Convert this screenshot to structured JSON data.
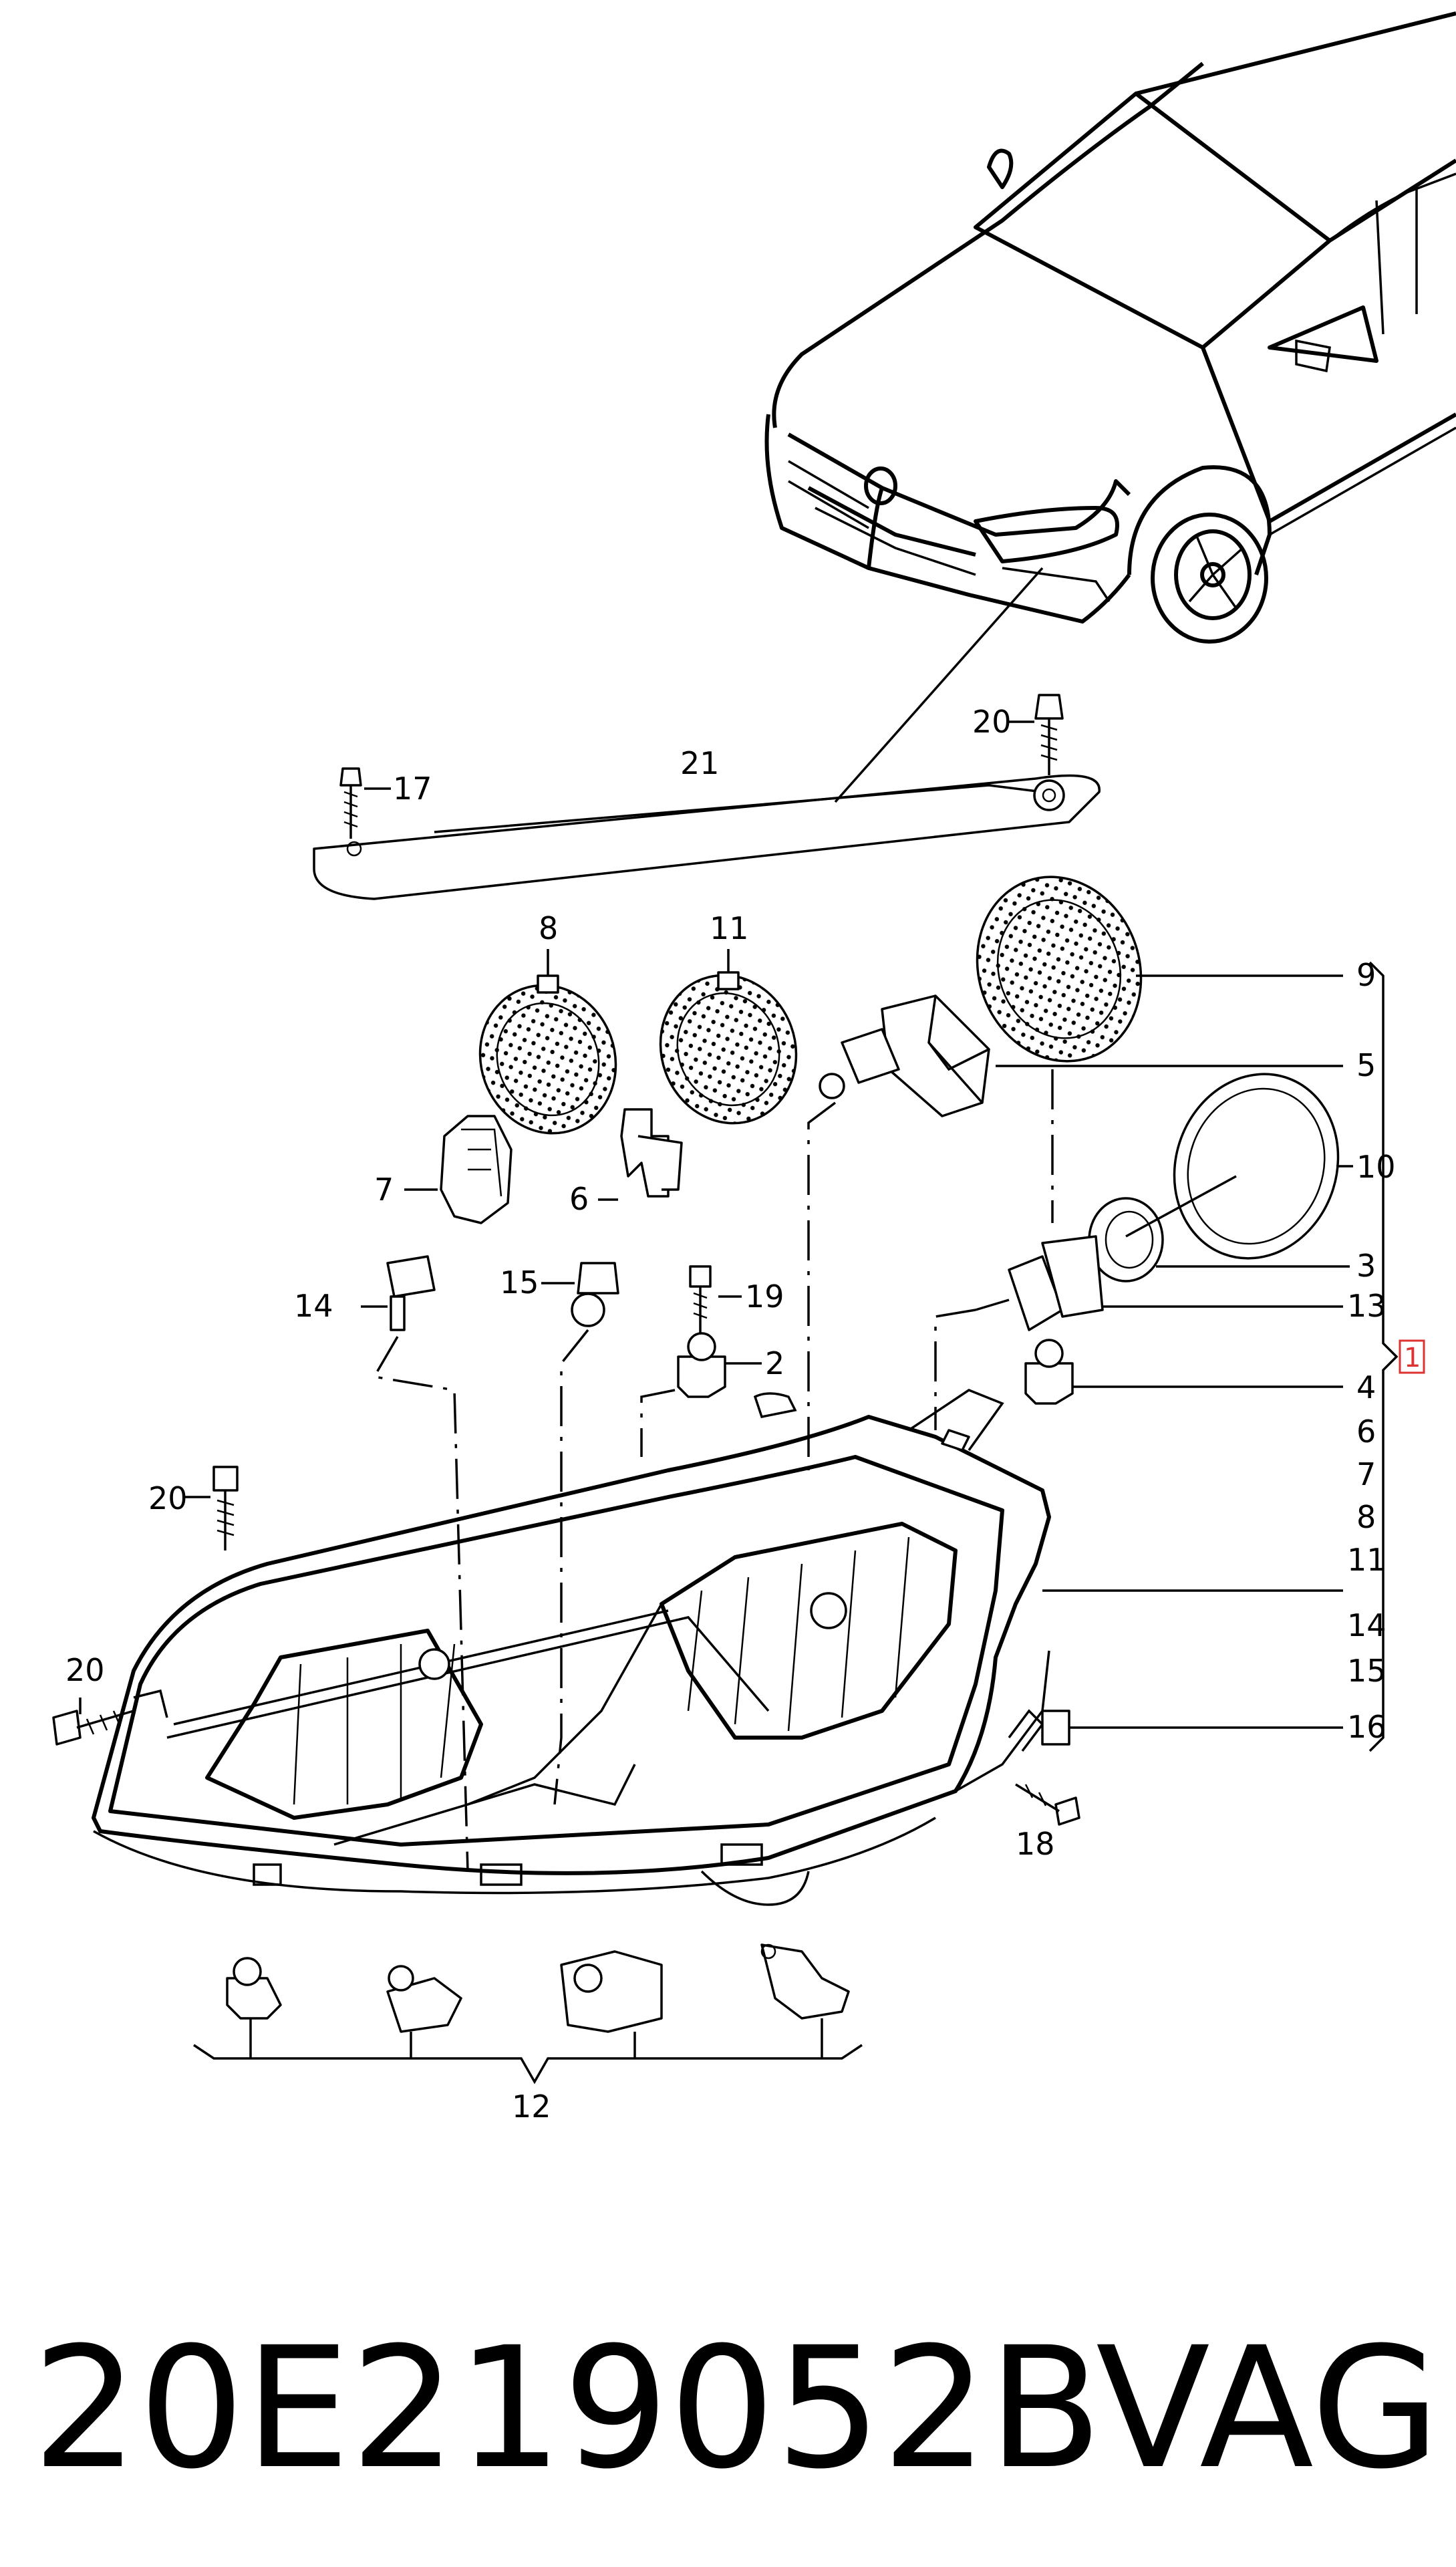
{
  "diagram": {
    "callouts": {
      "c1": "1",
      "c2": "2",
      "c3": "3",
      "c4": "4",
      "c5": "5",
      "c6": "6",
      "c7": "7",
      "c8": "8",
      "c9": "9",
      "c10": "10",
      "c11": "11",
      "c12": "12",
      "c13": "13",
      "c14": "14",
      "c15": "15",
      "c16": "16",
      "c17": "17",
      "c18": "18",
      "c19": "19",
      "c20a": "20",
      "c20b": "20",
      "c20c": "20",
      "c21": "21"
    },
    "bracket_list": [
      "6",
      "7",
      "8",
      "11",
      "14",
      "15",
      "16"
    ]
  },
  "footer": {
    "part_number": "20E219052B",
    "brand": "VAG"
  }
}
